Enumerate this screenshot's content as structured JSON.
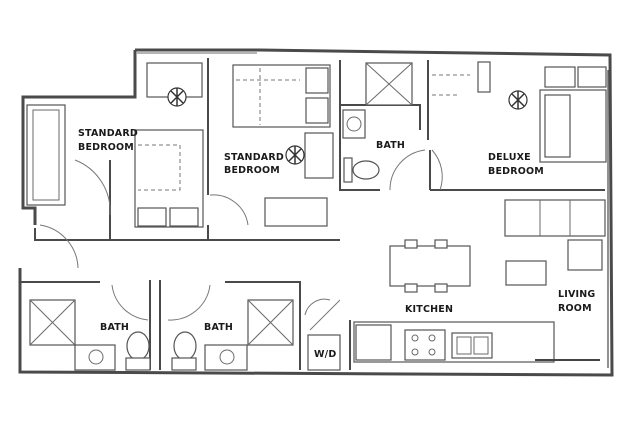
{
  "floor_plan": {
    "rooms": [
      {
        "id": "standard-bedroom-1",
        "label_lines": [
          "STANDARD",
          "BEDROOM"
        ]
      },
      {
        "id": "standard-bedroom-2",
        "label_lines": [
          "STANDARD",
          "BEDROOM"
        ]
      },
      {
        "id": "bath-1",
        "label_lines": [
          "BATH"
        ]
      },
      {
        "id": "deluxe-bedroom",
        "label_lines": [
          "DELUXE",
          "BEDROOM"
        ]
      },
      {
        "id": "kitchen",
        "label_lines": [
          "KITCHEN"
        ]
      },
      {
        "id": "living-room",
        "label_lines": [
          "LIVING",
          "ROOM"
        ]
      },
      {
        "id": "bath-2",
        "label_lines": [
          "BATH"
        ]
      },
      {
        "id": "bath-3",
        "label_lines": [
          "BATH"
        ]
      },
      {
        "id": "washer-dryer",
        "label_lines": [
          "W/D"
        ]
      }
    ],
    "colors": {
      "wall": "#4a4a4a",
      "line": "#777777",
      "label": "#1a1a1a",
      "background": "#ffffff"
    }
  }
}
